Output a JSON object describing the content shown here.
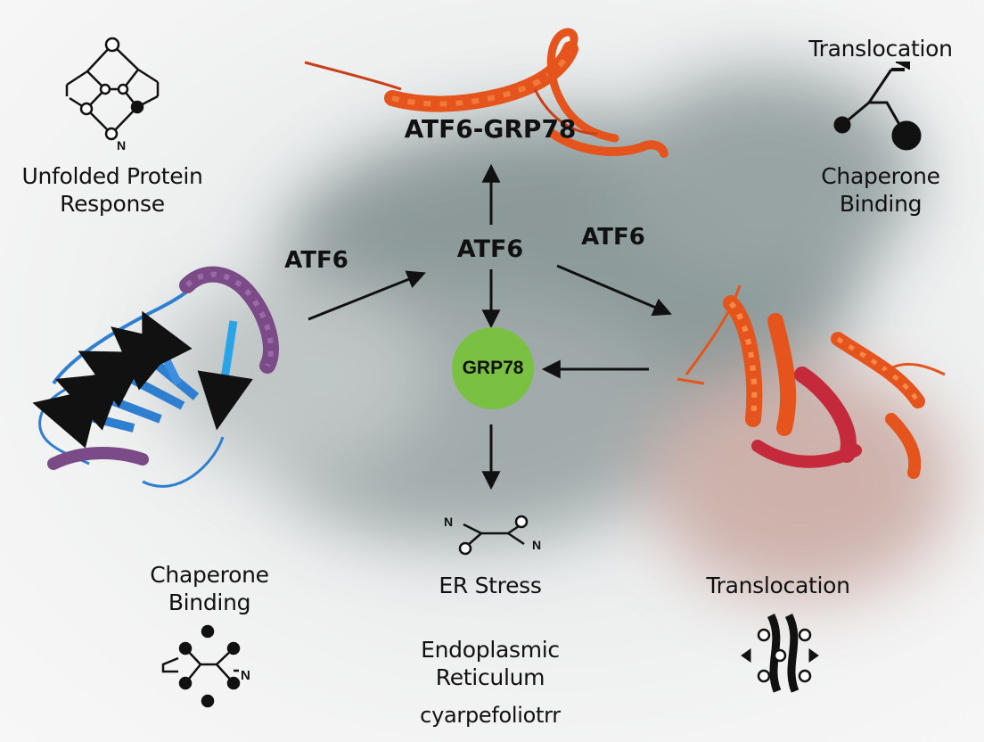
{
  "labels": {
    "unfolded_protein_response": [
      "Unfolded Protein",
      "Response"
    ],
    "translocation_top": "Translocation",
    "chaperone_binding_right": [
      "Chaperone",
      "Binding"
    ],
    "atf6_grp78_complex": "ATF6-GRP78",
    "atf6_center": "ATF6",
    "atf6_left_arrow": "ATF6",
    "atf6_right_arrow": "ATF6",
    "grp78_node": "GRP78",
    "chaperone_binding_bottom": [
      "Chaperone",
      "Binding"
    ],
    "er_stress": "ER Stress",
    "translocation_bottom": "Translocation",
    "endoplasmic_reticulum": [
      "Endoplasmic",
      "Reticulum"
    ],
    "footer_text": "cyarpefoliotrr"
  },
  "icon_text": {
    "n_glyph": "N"
  },
  "colors": {
    "grp78_fill": "#7ac143",
    "protein_blue": "#2f7fd1",
    "protein_purple": "#7a4b86",
    "protein_orange": "#e4541c",
    "protein_crimson": "#c42a3c",
    "arrow": "#111111"
  }
}
